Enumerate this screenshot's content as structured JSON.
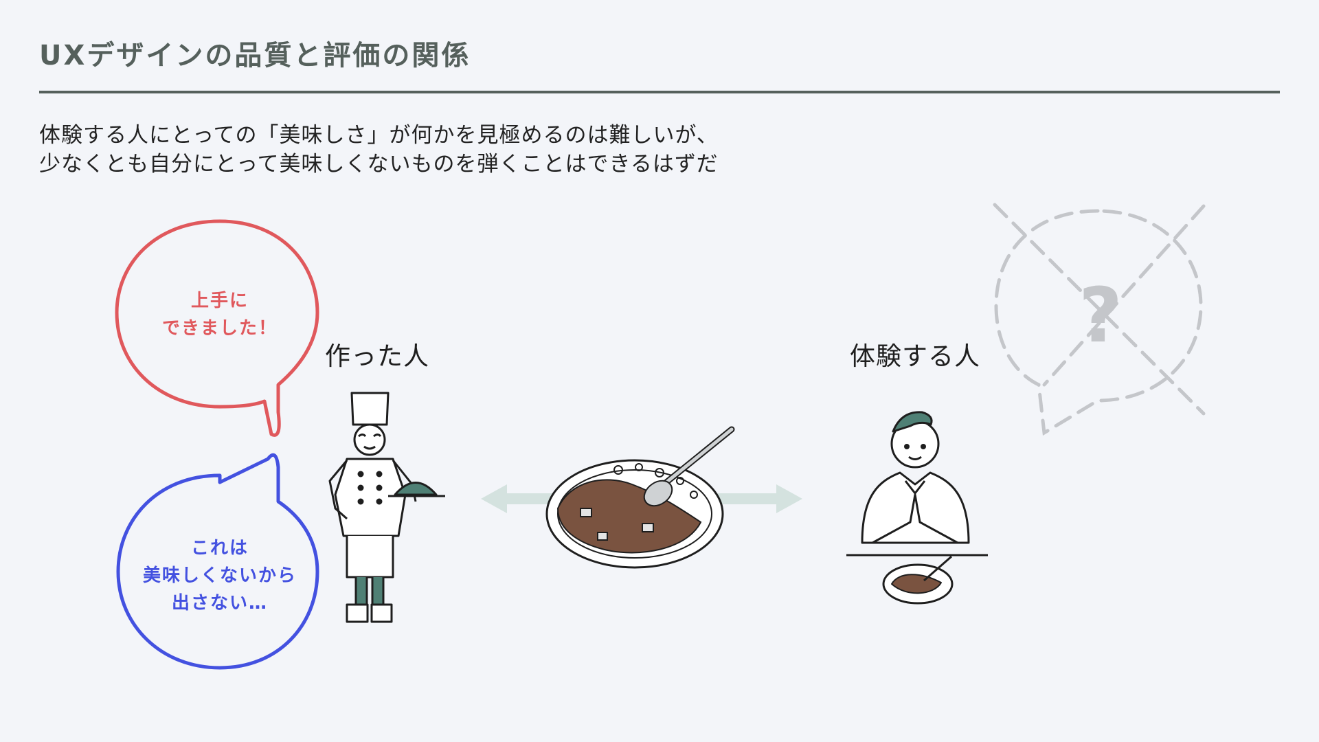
{
  "header": {
    "title": "UXデザインの品質と評価の関係"
  },
  "lead": {
    "line1": "体験する人にとっての「美味しさ」が何かを見極めるのは難しいが、",
    "line2": "少なくとも自分にとって美味しくないものを弾くことはできるはずだ"
  },
  "maker": {
    "label": "作った人",
    "bubble_positive": {
      "line1": "上手に",
      "line2": "できました！"
    },
    "bubble_negative": {
      "line1": "これは",
      "line2": "美味しくないから",
      "line3": "出さない…"
    }
  },
  "user": {
    "label": "体験する人",
    "bubble_unknown": "?"
  },
  "colors": {
    "title": "#55605c",
    "positive": "#e0585c",
    "negative": "#4351e0",
    "unknown": "#c4c6ca",
    "arrow": "#d4e2df",
    "accent": "#4f8075",
    "curry": "#7a5340"
  },
  "icons": [
    "chef-icon",
    "curry-plate-icon",
    "person-praying-icon",
    "double-arrow-icon",
    "speech-bubble-icon"
  ]
}
